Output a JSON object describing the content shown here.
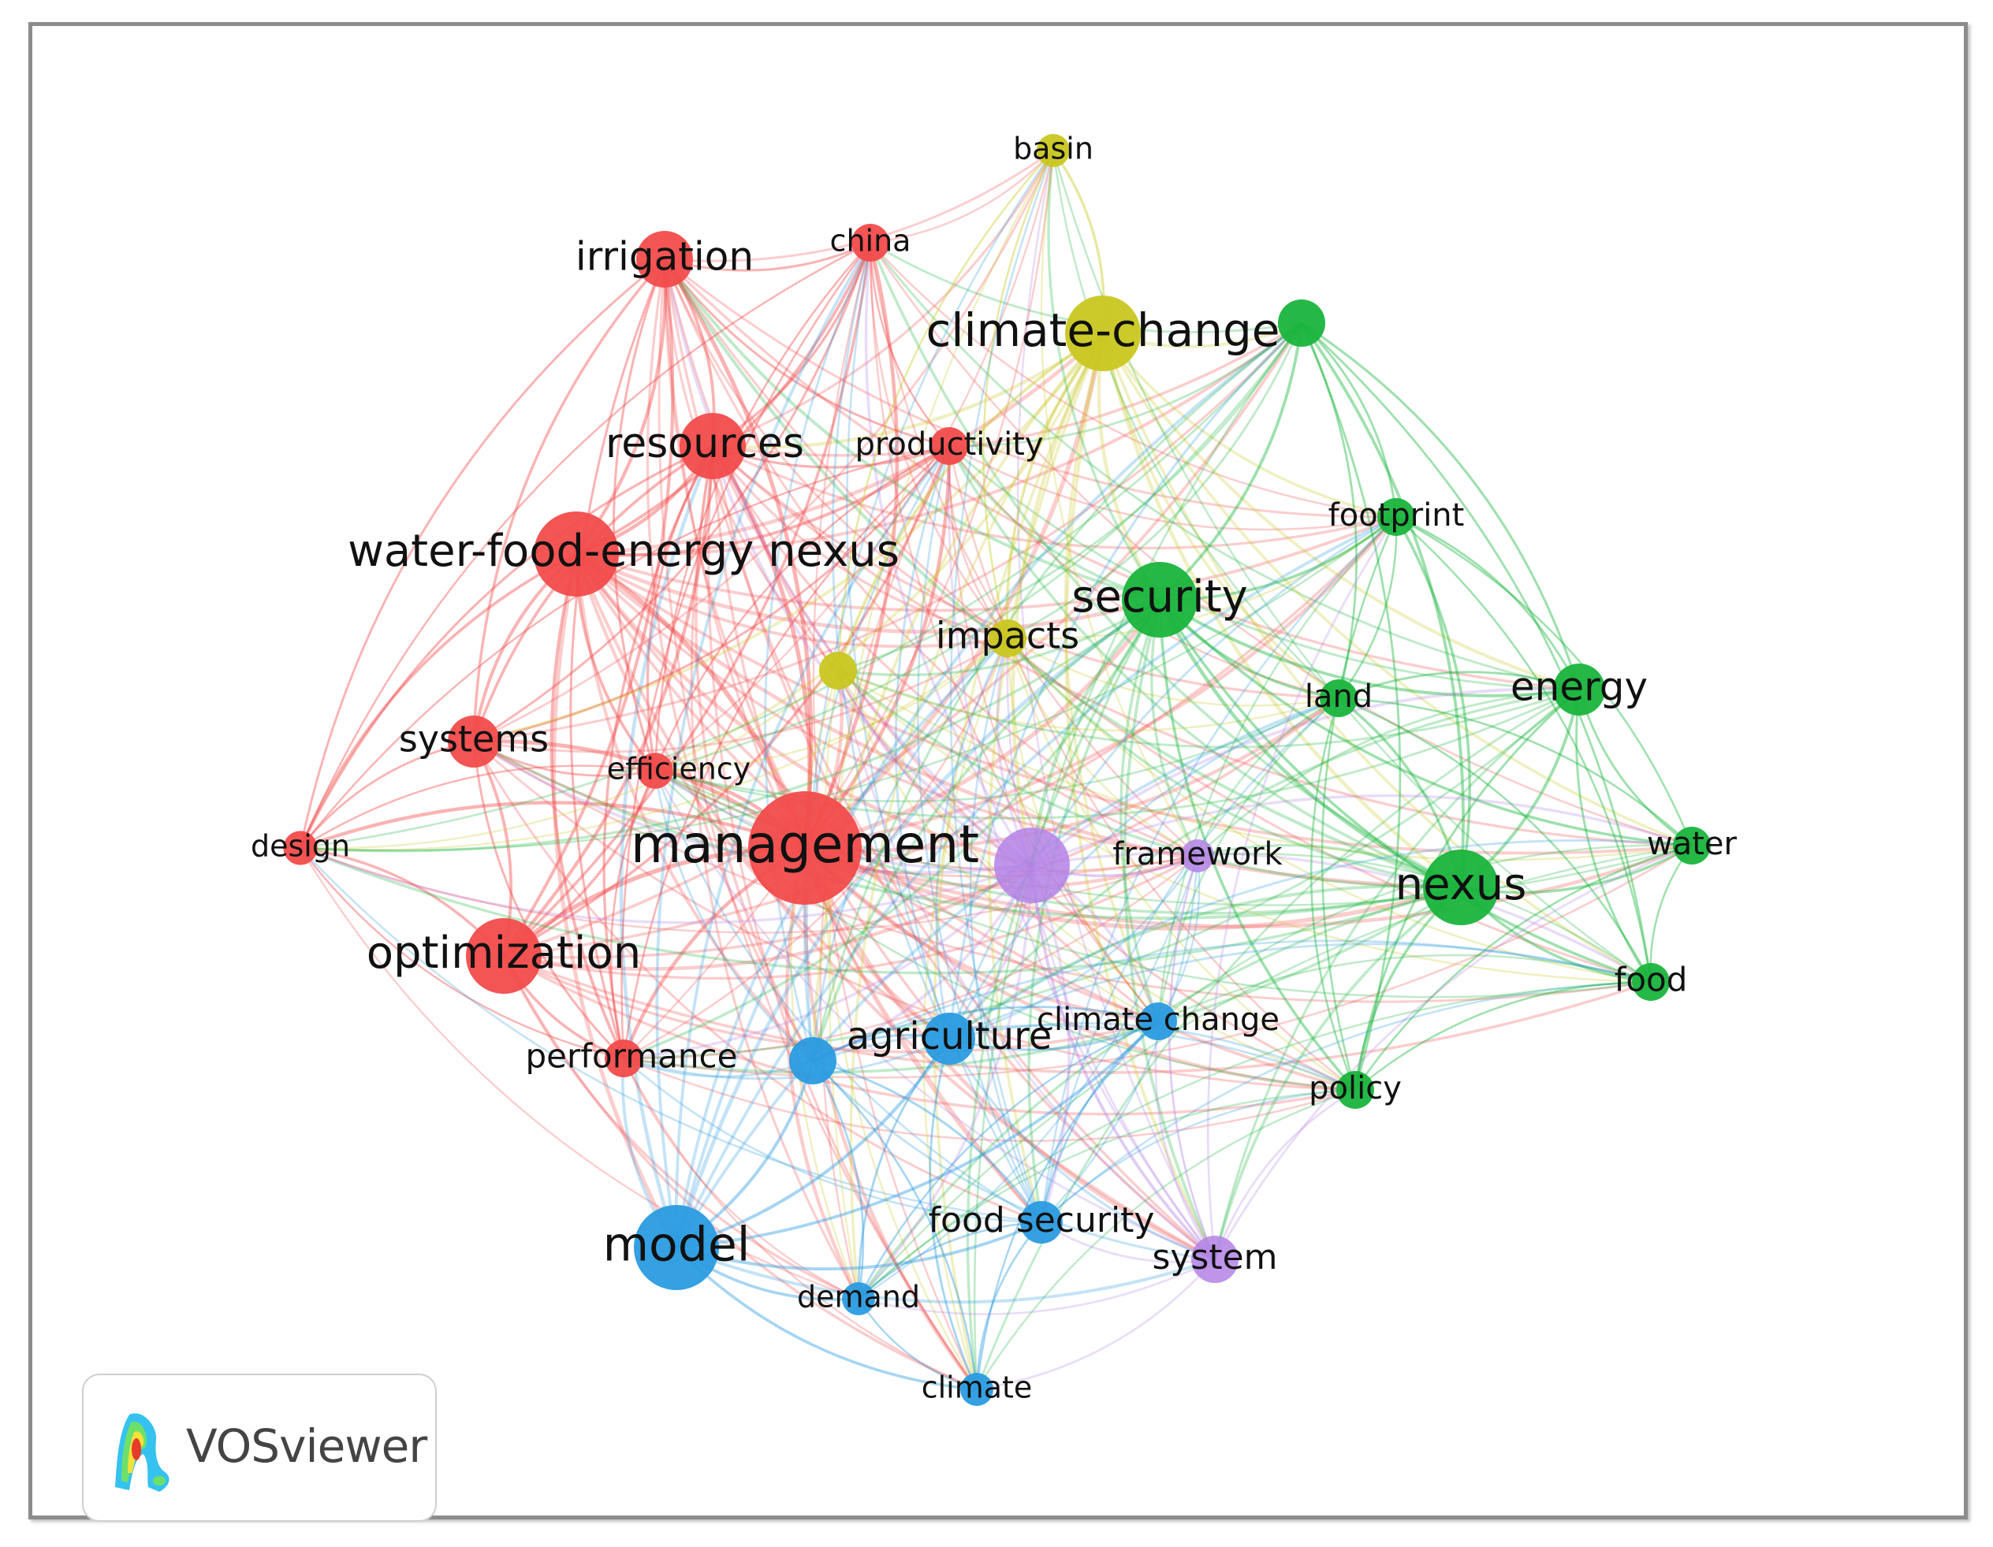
{
  "app": {
    "name": "VOSviewer"
  },
  "cluster_colors": {
    "red": "#f24b4b",
    "green": "#19b43c",
    "blue": "#2a9be0",
    "yellow": "#c9c720",
    "purple": "#b483e6"
  },
  "nodes": [
    {
      "id": "management",
      "label": "management",
      "cluster": "red",
      "weight": 10
    },
    {
      "id": "water-food-energy-nexus",
      "label": "water-food-energy nexus",
      "cluster": "red",
      "weight": 7
    },
    {
      "id": "optimization",
      "label": "optimization",
      "cluster": "red",
      "weight": 6
    },
    {
      "id": "resources",
      "label": "resources",
      "cluster": "red",
      "weight": 5
    },
    {
      "id": "irrigation",
      "label": "irrigation",
      "cluster": "red",
      "weight": 4
    },
    {
      "id": "systems",
      "label": "systems",
      "cluster": "red",
      "weight": 3.5
    },
    {
      "id": "china",
      "label": "china",
      "cluster": "red",
      "weight": 2
    },
    {
      "id": "productivity",
      "label": "productivity",
      "cluster": "red",
      "weight": 2
    },
    {
      "id": "efficiency",
      "label": "efficiency",
      "cluster": "red",
      "weight": 1.8
    },
    {
      "id": "design",
      "label": "design",
      "cluster": "red",
      "weight": 1.6
    },
    {
      "id": "performance",
      "label": "performance",
      "cluster": "red",
      "weight": 2
    },
    {
      "id": "climate-change",
      "label": "climate-change",
      "cluster": "yellow",
      "weight": 6
    },
    {
      "id": "basin",
      "label": "basin",
      "cluster": "yellow",
      "weight": 1.5
    },
    {
      "id": "impacts",
      "label": "impacts",
      "cluster": "yellow",
      "weight": 2
    },
    {
      "id": "yellow-small",
      "label": "",
      "cluster": "yellow",
      "weight": 2
    },
    {
      "id": "security",
      "label": "security",
      "cluster": "green",
      "weight": 6
    },
    {
      "id": "nexus",
      "label": "nexus",
      "cluster": "green",
      "weight": 6
    },
    {
      "id": "energy",
      "label": "energy",
      "cluster": "green",
      "weight": 3.5
    },
    {
      "id": "water",
      "label": "water",
      "cluster": "green",
      "weight": 2
    },
    {
      "id": "food",
      "label": "food",
      "cluster": "green",
      "weight": 2
    },
    {
      "id": "land",
      "label": "land",
      "cluster": "green",
      "weight": 2
    },
    {
      "id": "footprint",
      "label": "footprint",
      "cluster": "green",
      "weight": 2
    },
    {
      "id": "policy",
      "label": "policy",
      "cluster": "green",
      "weight": 2
    },
    {
      "id": "green-small",
      "label": "",
      "cluster": "green",
      "weight": 3
    },
    {
      "id": "model",
      "label": "model",
      "cluster": "blue",
      "weight": 7
    },
    {
      "id": "agriculture",
      "label": "agriculture",
      "cluster": "blue",
      "weight": 3.5
    },
    {
      "id": "climate-change-2",
      "label": "climate change",
      "cluster": "blue",
      "weight": 2
    },
    {
      "id": "food-security",
      "label": "food security",
      "cluster": "blue",
      "weight": 2.5
    },
    {
      "id": "demand",
      "label": "demand",
      "cluster": "blue",
      "weight": 1.5
    },
    {
      "id": "climate",
      "label": "climate",
      "cluster": "blue",
      "weight": 1.5
    },
    {
      "id": "blue-small",
      "label": "",
      "cluster": "blue",
      "weight": 3
    },
    {
      "id": "purple-big",
      "label": "",
      "cluster": "purple",
      "weight": 6
    },
    {
      "id": "framework",
      "label": "framework",
      "cluster": "purple",
      "weight": 1.5
    },
    {
      "id": "system",
      "label": "system",
      "cluster": "purple",
      "weight": 3
    }
  ]
}
